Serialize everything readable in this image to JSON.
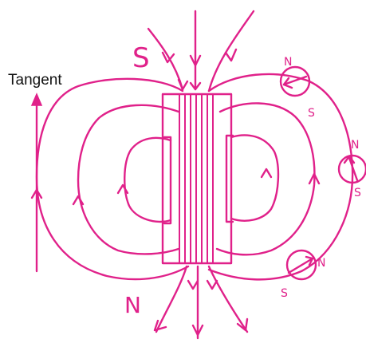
{
  "diagram": {
    "tangent_label": "Tangent",
    "pole_label_top": "S",
    "pole_label_bottom": "N",
    "compasses": [
      {
        "north": "N",
        "south": "S"
      },
      {
        "north": "N",
        "south": "S"
      },
      {
        "north": "N",
        "south": "S"
      }
    ],
    "colors": {
      "field_lines": "#e0218a",
      "arrow_tangent": "#e0218a",
      "text": "#111111"
    }
  }
}
